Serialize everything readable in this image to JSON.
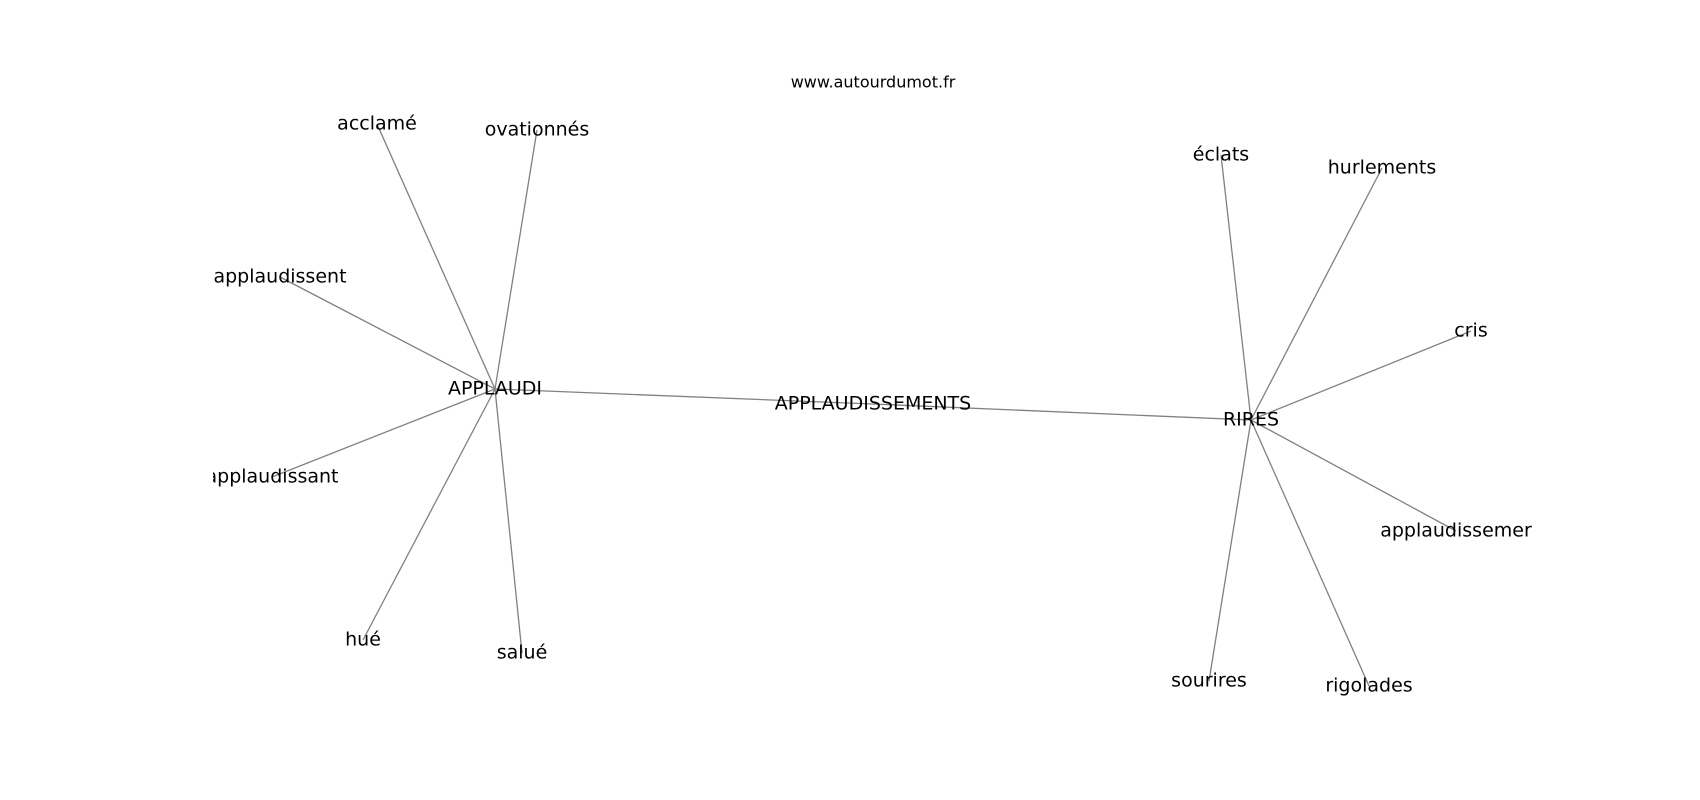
{
  "source": "www.autourdumot.fr",
  "nodes": [
    {
      "id": "center",
      "label": "APPLAUDISSEMENTS"
    },
    {
      "id": "applaudi",
      "label": "APPLAUDI"
    },
    {
      "id": "rires",
      "label": "RIRES"
    },
    {
      "id": "acclame",
      "label": "acclamé"
    },
    {
      "id": "ovationnes",
      "label": "ovationnés"
    },
    {
      "id": "applaudissent",
      "label": "applaudissent"
    },
    {
      "id": "applaudissant",
      "label": "applaudissant"
    },
    {
      "id": "hue",
      "label": "hué"
    },
    {
      "id": "salue",
      "label": "salué"
    },
    {
      "id": "eclats",
      "label": "éclats"
    },
    {
      "id": "hurlements",
      "label": "hurlements"
    },
    {
      "id": "cris",
      "label": "cris"
    },
    {
      "id": "applaudissemer",
      "label": "applaudissemer"
    },
    {
      "id": "sourires",
      "label": "sourires"
    },
    {
      "id": "rigolades",
      "label": "rigolades"
    }
  ],
  "edges": [
    [
      "center",
      "applaudi"
    ],
    [
      "center",
      "rires"
    ],
    [
      "applaudi",
      "acclame"
    ],
    [
      "applaudi",
      "ovationnes"
    ],
    [
      "applaudi",
      "applaudissent"
    ],
    [
      "applaudi",
      "applaudissant"
    ],
    [
      "applaudi",
      "hue"
    ],
    [
      "applaudi",
      "salue"
    ],
    [
      "rires",
      "eclats"
    ],
    [
      "rires",
      "hurlements"
    ],
    [
      "rires",
      "cris"
    ],
    [
      "rires",
      "applaudissemer"
    ],
    [
      "rires",
      "sourires"
    ],
    [
      "rires",
      "rigolades"
    ]
  ]
}
